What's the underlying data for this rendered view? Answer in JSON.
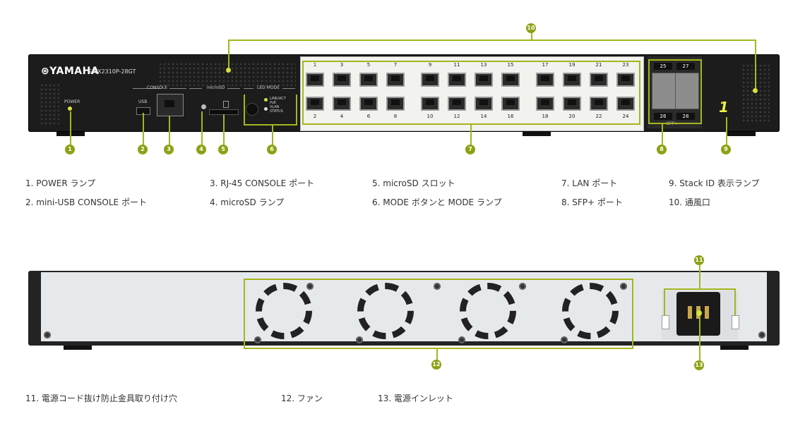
{
  "front": {
    "brand": "YAMAHA",
    "model": "SWX2310P-28GT",
    "power_label": "POWER",
    "usb_label": "USB",
    "console_label": "CONSOLE",
    "microsd_label": "microSD",
    "led_mode_label": "LED  MODE",
    "led_modes": [
      "LINK/ACT",
      "PoE",
      "VLAN",
      "STATUS"
    ],
    "sfp_label": "SFP+",
    "stack_id": "1",
    "top_ports": [
      "1",
      "3",
      "5",
      "7",
      "9",
      "11",
      "13",
      "15",
      "17",
      "19",
      "21",
      "23"
    ],
    "bottom_ports": [
      "2",
      "4",
      "6",
      "8",
      "10",
      "12",
      "14",
      "16",
      "18",
      "20",
      "22",
      "24"
    ],
    "sfp_top": [
      "25",
      "27"
    ],
    "sfp_bottom": [
      "26",
      "28"
    ]
  },
  "callouts": {
    "c1": "1",
    "c2": "2",
    "c3": "3",
    "c4": "4",
    "c5": "5",
    "c6": "6",
    "c7": "7",
    "c8": "8",
    "c9": "9",
    "c10": "10",
    "c11": "11",
    "c12": "12",
    "c13": "13"
  },
  "legend_front": [
    "1. POWER ランプ",
    "2. mini-USB CONSOLE ポート",
    "3. RJ-45 CONSOLE ポート",
    "4. microSD ランプ",
    "5. microSD スロット",
    "6. MODE ボタンと MODE ランプ",
    "7. LAN ポート",
    "8. SFP+ ポート",
    "9. Stack ID 表示ランプ",
    "10. 通風口"
  ],
  "legend_rear": [
    "11. 電源コード抜け防止金具取り付け穴",
    "12. ファン",
    "13. 電源インレット"
  ],
  "colors": {
    "accent": "#8ea114",
    "chassis": "#1c1c1c",
    "rear_panel": "#e6e9ec"
  }
}
